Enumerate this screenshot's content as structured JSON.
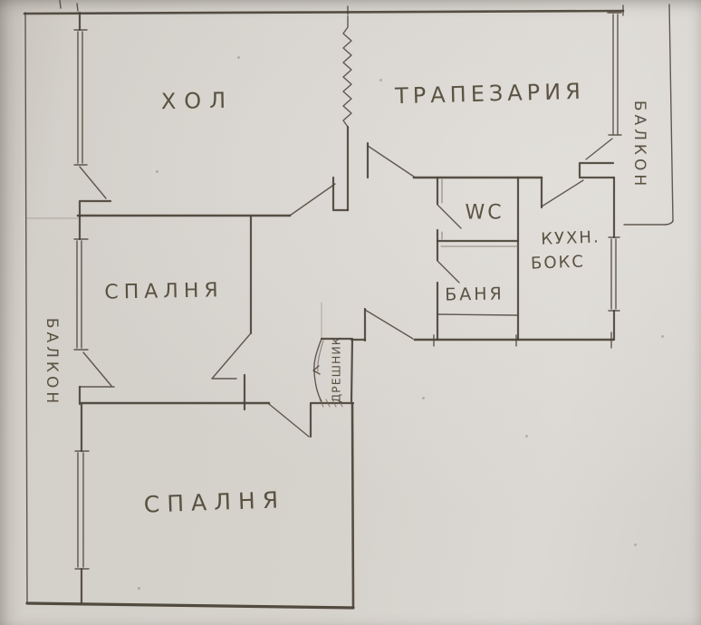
{
  "colors": {
    "paper": "#d5d1cb",
    "ink": "#4a4237"
  },
  "rooms": {
    "hall": {
      "label": "ХОЛ"
    },
    "dining_room": {
      "label": "ТРАПЕЗАРИЯ"
    },
    "wc": {
      "label": "WC"
    },
    "kitchen_box": {
      "line1": "КУХН.",
      "line2": "БОКС"
    },
    "bathroom": {
      "label": "БАНЯ"
    },
    "bedroom_middle": {
      "label": "СПАЛНЯ"
    },
    "bedroom_bottom": {
      "label": "СПАЛНЯ"
    },
    "closet": {
      "label": "ДРЕШНИК"
    },
    "balcony_left": {
      "label": "БАЛКОН"
    },
    "balcony_right": {
      "label": "БАЛКОН"
    }
  }
}
